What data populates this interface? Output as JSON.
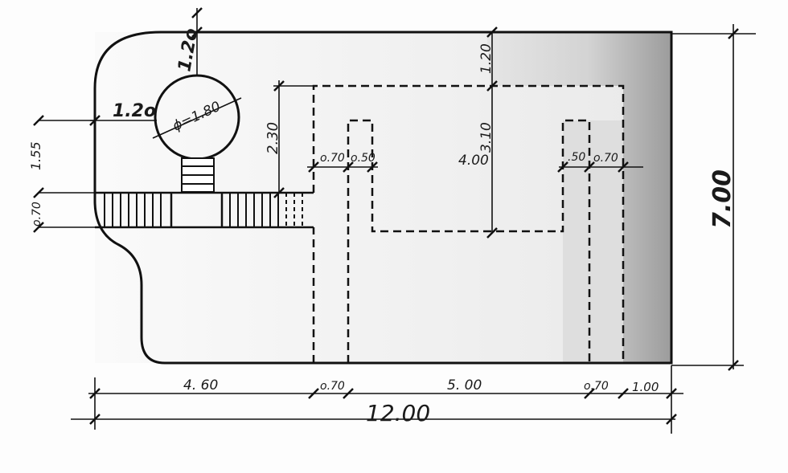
{
  "drawing": {
    "dimensions": {
      "total_width": "12.00",
      "total_height": "7.00",
      "left_top": "1.2o",
      "left_offset": "1.2o",
      "diameter": "ϕ=1.80",
      "left_side_upper": "1.55",
      "left_side_lower": "ο.70",
      "depth_2_30": "2.30",
      "top_gap": "1.20",
      "inner_depth": "3.10",
      "inner_width": "4.00",
      "wall_left": "ο.70",
      "col_left": "ο.50",
      "col_right": ".50",
      "wall_right": "ο.70",
      "bottom_left": "4. 60",
      "bottom_wall_left": "ο.70",
      "bottom_mid": "5. 00",
      "bottom_wall_right": "ο.70",
      "bottom_right": "1.00"
    },
    "colors": {
      "ink": "#111111",
      "shade": "#b9b9b9"
    }
  }
}
